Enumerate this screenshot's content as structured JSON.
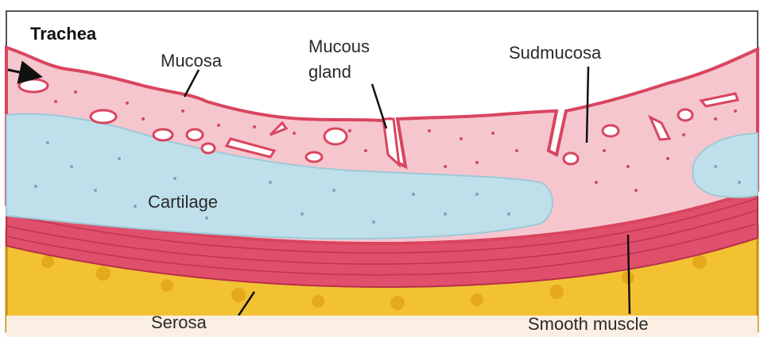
{
  "title": "Trachea",
  "labels": {
    "mucosa": "Mucosa",
    "mucous_gland_line1": "Mucous",
    "mucous_gland_line2": "gland",
    "submucosa": "Sudmucosa",
    "cartilage": "Cartilage",
    "serosa": "Serosa",
    "smooth_muscle": "Smooth muscle"
  },
  "colors": {
    "mucosa_fill": "#f6c6cf",
    "mucosa_edge": "#d9455f",
    "cartilage_fill": "#bfe0ea",
    "muscle_fill": "#e0506c",
    "serosa_fill": "#f2c233",
    "bottom_strip": "#fbeee2"
  }
}
